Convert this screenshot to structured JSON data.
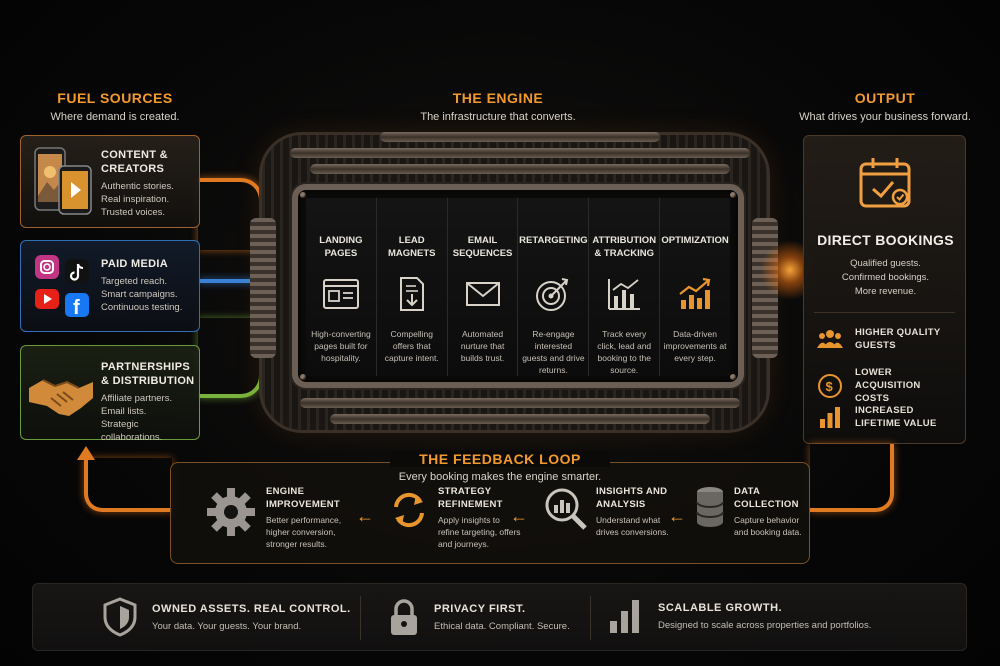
{
  "fuel": {
    "title": "FUEL SOURCES",
    "subtitle": "Where demand is created.",
    "cards": [
      {
        "title": "CONTENT & CREATORS",
        "lines": [
          "Authentic stories.",
          "Real inspiration.",
          "Trusted voices."
        ]
      },
      {
        "title": "PAID MEDIA",
        "lines": [
          "Targeted reach.",
          "Smart campaigns.",
          "Continuous testing."
        ]
      },
      {
        "title": "PARTNERSHIPS & DISTRIBUTION",
        "lines": [
          "Affiliate partners.",
          "Email lists.",
          "Strategic collaborations."
        ]
      }
    ]
  },
  "engine": {
    "title": "THE ENGINE",
    "subtitle": "The infrastructure that converts.",
    "columns": [
      {
        "title": "LANDING PAGES",
        "icon": "landing-page-icon",
        "desc": "High-converting pages built for hospitality."
      },
      {
        "title": "LEAD MAGNETS",
        "icon": "document-download-icon",
        "desc": "Compelling offers that capture intent."
      },
      {
        "title": "EMAIL SEQUENCES",
        "icon": "envelope-icon",
        "desc": "Automated nurture that builds trust."
      },
      {
        "title": "RETARGETING",
        "icon": "target-icon",
        "desc": "Re-engage interested guests and drive returns."
      },
      {
        "title": "ATTRIBUTION & TRACKING",
        "icon": "chart-tracking-icon",
        "desc": "Track every click, lead and booking to the source."
      },
      {
        "title": "OPTIMIZATION",
        "icon": "growth-chart-icon",
        "desc": "Data-driven improvements at every step."
      }
    ]
  },
  "output": {
    "title": "OUTPUT",
    "subtitle": "What drives your business forward.",
    "headline": "DIRECT BOOKINGS",
    "lines": [
      "Qualified guests.",
      "Confirmed bookings.",
      "More revenue."
    ],
    "items": [
      {
        "label": "HIGHER QUALITY GUESTS",
        "icon": "guests-icon"
      },
      {
        "label": "LOWER ACQUISITION COSTS",
        "icon": "dollar-coin-icon"
      },
      {
        "label": "INCREASED LIFETIME VALUE",
        "icon": "bar-chart-icon"
      }
    ]
  },
  "feedback": {
    "title": "THE FEEDBACK LOOP",
    "subtitle": "Every booking makes the engine smarter.",
    "steps": [
      {
        "title": "ENGINE IMPROVEMENT",
        "desc": "Better performance, higher conversion, stronger results.",
        "icon": "gear-icon"
      },
      {
        "title": "STRATEGY REFINEMENT",
        "desc": "Apply insights to refine targeting, offers and journeys.",
        "icon": "refresh-icon"
      },
      {
        "title": "INSIGHTS AND ANALYSIS",
        "desc": "Understand what drives conversions.",
        "icon": "magnifier-chart-icon"
      },
      {
        "title": "DATA COLLECTION",
        "desc": "Capture behavior and booking data.",
        "icon": "database-icon"
      }
    ]
  },
  "bottom": [
    {
      "title": "OWNED ASSETS. REAL CONTROL.",
      "desc": "Your data. Your guests. Your brand.",
      "icon": "shield-icon"
    },
    {
      "title": "PRIVACY FIRST.",
      "desc": "Ethical data. Compliant. Secure.",
      "icon": "lock-icon"
    },
    {
      "title": "SCALABLE GROWTH.",
      "desc": "Designed to scale across properties and portfolios.",
      "icon": "bars-growth-icon"
    }
  ],
  "colors": {
    "accent": "#f29a2e",
    "paid_media_border": "#2f6fb8",
    "partners_border": "#6a9a3a",
    "text": "#e8e4dc"
  }
}
